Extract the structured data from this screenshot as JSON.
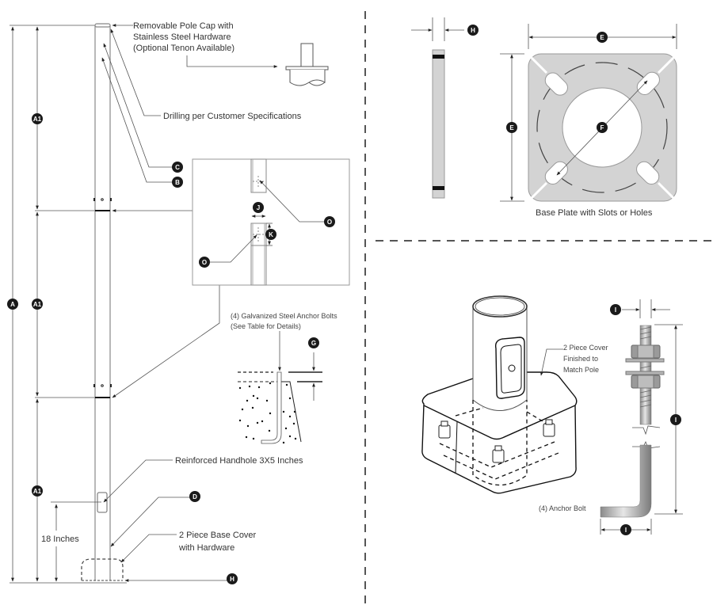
{
  "title": "Light Pole Specification Diagram",
  "badges": {
    "A": "A",
    "A1": "A1",
    "B": "B",
    "C": "C",
    "D": "D",
    "E": "E",
    "F": "F",
    "G": "G",
    "H": "H",
    "I": "I",
    "J": "J",
    "K": "K",
    "O": "O"
  },
  "pole_elevation": {
    "cap_label_line1": "Removable Pole Cap with",
    "cap_label_line2": "Stainless Steel Hardware",
    "cap_label_line3": "(Optional Tenon Available)",
    "drilling_label": "Drilling per Customer Specifications",
    "handhole_label": "Reinforced Handhole 3X5 Inches",
    "handhole_height_label": "18 Inches",
    "base_cover_line1": "2 Piece Base Cover",
    "base_cover_line2": "with Hardware"
  },
  "anchor_detail": {
    "label_line1": "(4) Galvanized Steel Anchor Bolts",
    "label_line2": "(See Table for Details)"
  },
  "base_plate": {
    "caption": "Base Plate with Slots or Holes"
  },
  "iso_view": {
    "cover_line1": "2 Piece Cover",
    "cover_line2": "Finished to",
    "cover_line3": "Match Pole"
  },
  "anchor_bolt": {
    "label": "(4) Anchor Bolt"
  },
  "colors": {
    "badge": "#1a1a1a",
    "plate_fill": "#d3d3d3",
    "line": "#555555",
    "nut": "#8a8a8a"
  }
}
